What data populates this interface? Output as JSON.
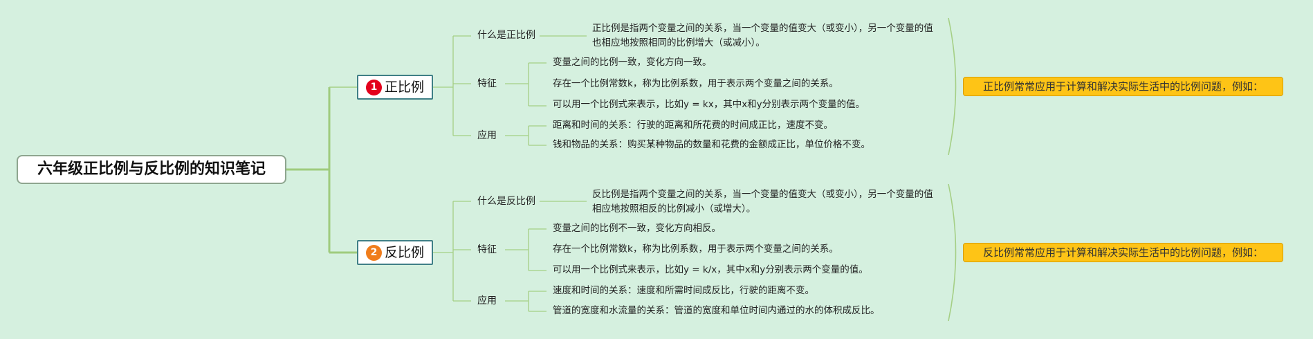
{
  "title": "六年级正比例与反比例的知识笔记",
  "colors": {
    "background": "#d5f0df",
    "connector": "#a5cf85",
    "badge_1": "#e3001c",
    "badge_2": "#f07d1c",
    "callout": "#fec416",
    "topic_border": "#3f7f86"
  },
  "topics": [
    {
      "number": "1",
      "label": "正比例",
      "definition_label": "什么是正比例",
      "definition": "正比例是指两个变量之间的关系，当一个变量的值变大（或变小），另一个变量的值也相应地按照相同的比例增大（或减小）。",
      "features_label": "特征",
      "features": [
        "变量之间的比例一致，变化方向一致。",
        "存在一个比例常数k，称为比例系数，用于表示两个变量之间的关系。",
        "可以用一个比例式来表示，比如y = kx，其中x和y分别表示两个变量的值。"
      ],
      "applications_label": "应用",
      "applications": [
        "距离和时间的关系：行驶的距离和所花费的时间成正比，速度不变。",
        "钱和物品的关系：购买某种物品的数量和花费的金额成正比，单位价格不变。"
      ],
      "callout": "正比例常常应用于计算和解决实际生活中的比例问题，例如："
    },
    {
      "number": "2",
      "label": "反比例",
      "definition_label": "什么是反比例",
      "definition": "反比例是指两个变量之间的关系，当一个变量的值变大（或变小），另一个变量的值相应地按照相反的比例减小（或增大）。",
      "features_label": "特征",
      "features": [
        "变量之间的比例不一致，变化方向相反。",
        "存在一个比例常数k，称为比例系数，用于表示两个变量之间的关系。",
        "可以用一个比例式来表示，比如y = k/x，其中x和y分别表示两个变量的值。"
      ],
      "applications_label": "应用",
      "applications": [
        "速度和时间的关系：速度和所需时间成反比，行驶的距离不变。",
        "管道的宽度和水流量的关系：管道的宽度和单位时间内通过的水的体积成反比。"
      ],
      "callout": "反比例常常应用于计算和解决实际生活中的比例问题，例如："
    }
  ]
}
